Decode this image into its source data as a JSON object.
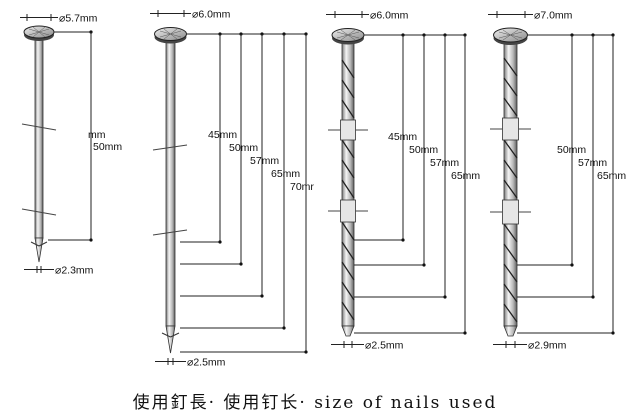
{
  "nails": [
    {
      "head_diameter": "⌀5.7mm",
      "shank_diameter": "⌀2.3mm",
      "lengths": [
        "mm",
        "50mm"
      ],
      "shank": "smooth"
    },
    {
      "head_diameter": "⌀6.0mm",
      "shank_diameter": "⌀2.5mm",
      "lengths": [
        "45mm",
        "50mm",
        "57mm",
        "65mm",
        "70mr"
      ],
      "shank": "smooth"
    },
    {
      "head_diameter": "⌀6.0mm",
      "shank_diameter": "⌀2.5mm",
      "lengths": [
        "45mm",
        "50mm",
        "57mm",
        "65mm"
      ],
      "shank": "screw"
    },
    {
      "head_diameter": "⌀7.0mm",
      "shank_diameter": "⌀2.9mm",
      "lengths": [
        "50mm",
        "57mm",
        "65mm"
      ],
      "shank": "screw"
    }
  ],
  "caption": "使用釘長· 使用钉长· size of nails used"
}
